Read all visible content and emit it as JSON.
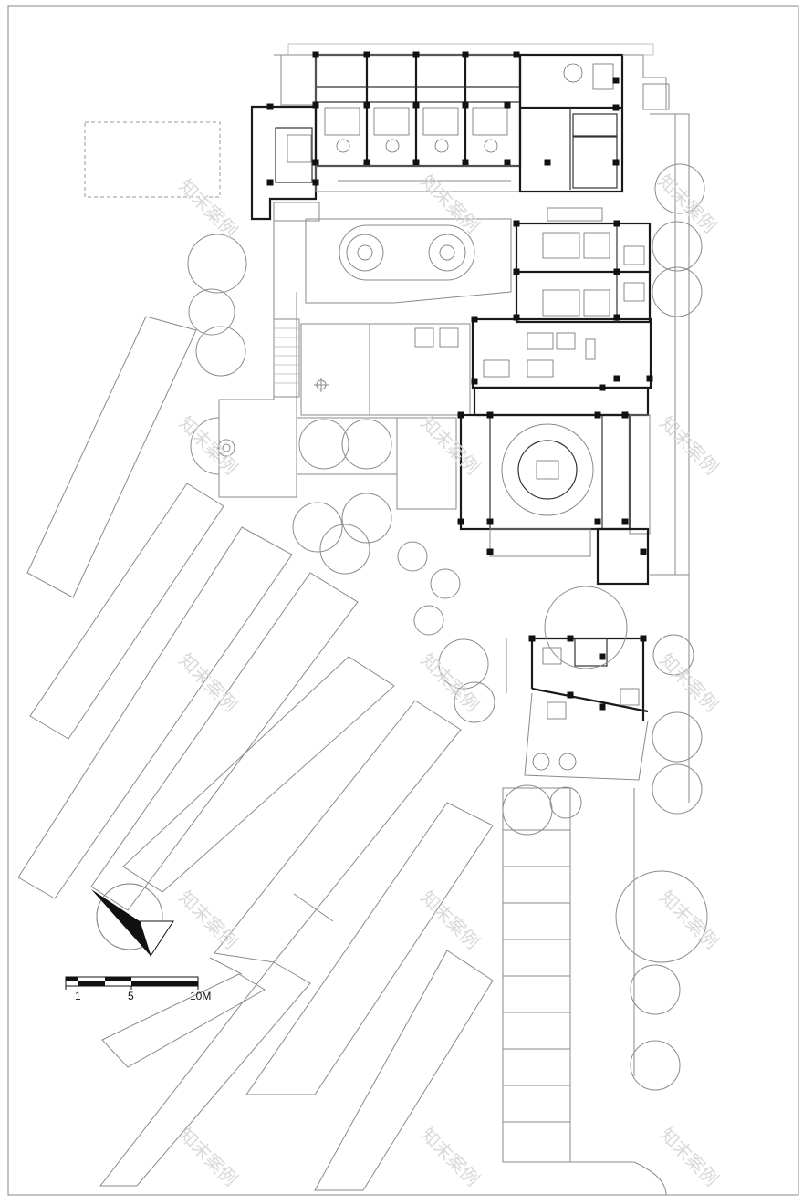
{
  "drawing": {
    "type": "architectural site floor plan",
    "watermark_text": "知末案例"
  },
  "scale_bar": {
    "labels": [
      "1",
      "5",
      "10M"
    ]
  },
  "north_arrow": {
    "icon": "north-arrow-icon"
  },
  "colors": {
    "line": "#8a8a8a",
    "wall": "#1a1a1a",
    "column": "#111111",
    "watermark": "#d9d9d9",
    "background": "#ffffff"
  }
}
